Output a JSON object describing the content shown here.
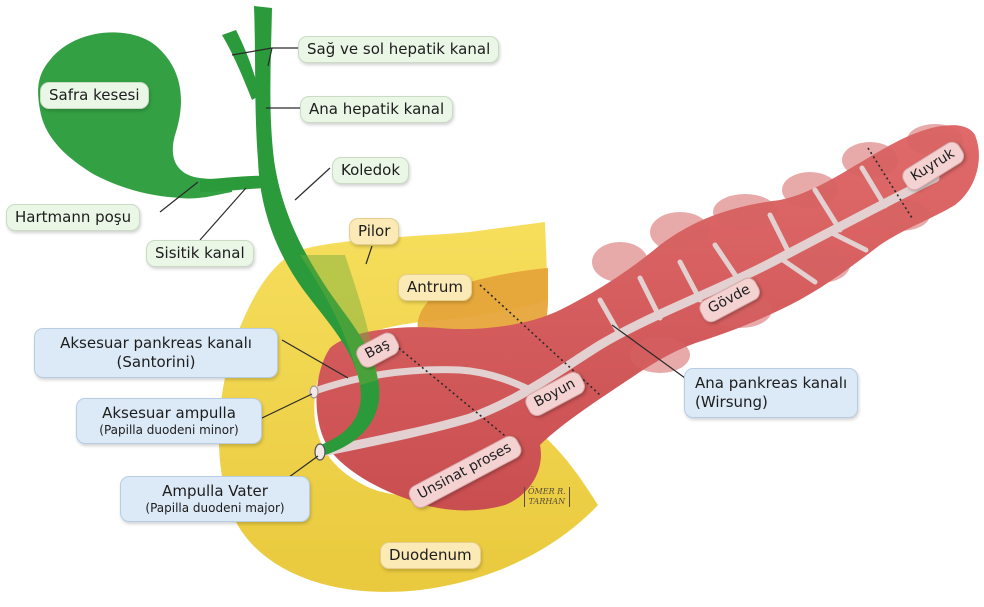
{
  "labels": {
    "hepatic_ducts": "Sağ ve sol hepatik kanal",
    "gallbladder": "Safra kesesi",
    "common_hepatic": "Ana hepatik kanal",
    "common_bile": "Koledok",
    "hartmann": "Hartmann poşu",
    "cystic": "Sisitik kanal",
    "pylorus": "Pilor",
    "antrum": "Antrum",
    "accessory_duct": "Aksesuar pankreas kanalı",
    "accessory_duct_sub": "(Santorini)",
    "accessory_ampulla": "Aksesuar ampulla",
    "accessory_ampulla_sub": "(Papilla duodeni minor)",
    "ampulla": "Ampulla Vater",
    "ampulla_sub": "(Papilla duodeni major)",
    "duodenum": "Duodenum",
    "main_duct": "Ana pankreas kanalı",
    "main_duct_sub": "(Wirsung)",
    "head": "Baş",
    "neck": "Boyun",
    "body": "Gövde",
    "tail": "Kuyruk",
    "uncinate": "Unsinat proses"
  },
  "signature": {
    "line1": "ÖMER R.",
    "line2": "TARHAN"
  },
  "colors": {
    "biliary_green": "#2b9a3a",
    "pancreas_red": "#d95d5d",
    "duodenum_yellow": "#f2d64e",
    "duct_gray": "#e3d0d0"
  }
}
